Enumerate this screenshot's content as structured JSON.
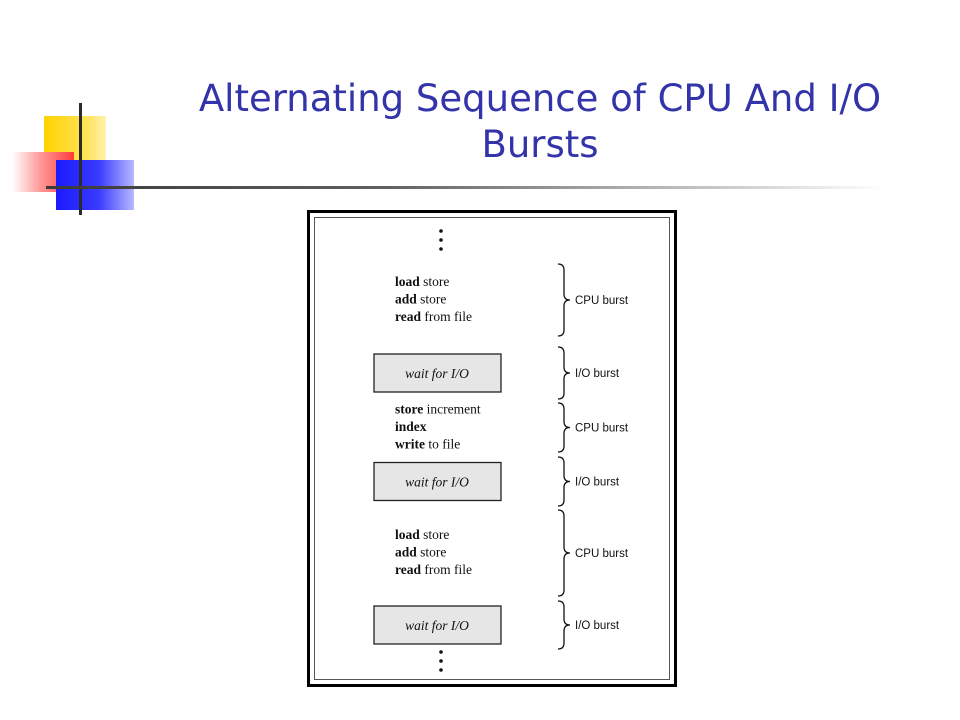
{
  "title": "Alternating Sequence of CPU And I/O Bursts",
  "colors": {
    "title": "#3333aa",
    "box_fill": "#e6e6e6"
  },
  "diagram": {
    "blocks": [
      {
        "kind": "code",
        "lines": [
          {
            "bold": "load",
            "rest": " store"
          },
          {
            "bold": "add",
            "rest": " store"
          },
          {
            "bold": "read",
            "rest": " from file"
          }
        ],
        "label": "CPU burst"
      },
      {
        "kind": "wait",
        "text": "wait for I/O",
        "label": "I/O burst"
      },
      {
        "kind": "code",
        "lines": [
          {
            "bold": "store",
            "rest": " increment"
          },
          {
            "bold": "index",
            "rest": ""
          },
          {
            "bold": "write",
            "rest": " to file"
          }
        ],
        "label": "CPU burst"
      },
      {
        "kind": "wait",
        "text": "wait for I/O",
        "label": "I/O burst"
      },
      {
        "kind": "code",
        "lines": [
          {
            "bold": "load",
            "rest": " store"
          },
          {
            "bold": "add",
            "rest": " store"
          },
          {
            "bold": "read",
            "rest": " from file"
          }
        ],
        "label": "CPU burst"
      },
      {
        "kind": "wait",
        "text": "wait for I/O",
        "label": "I/O burst"
      }
    ]
  }
}
